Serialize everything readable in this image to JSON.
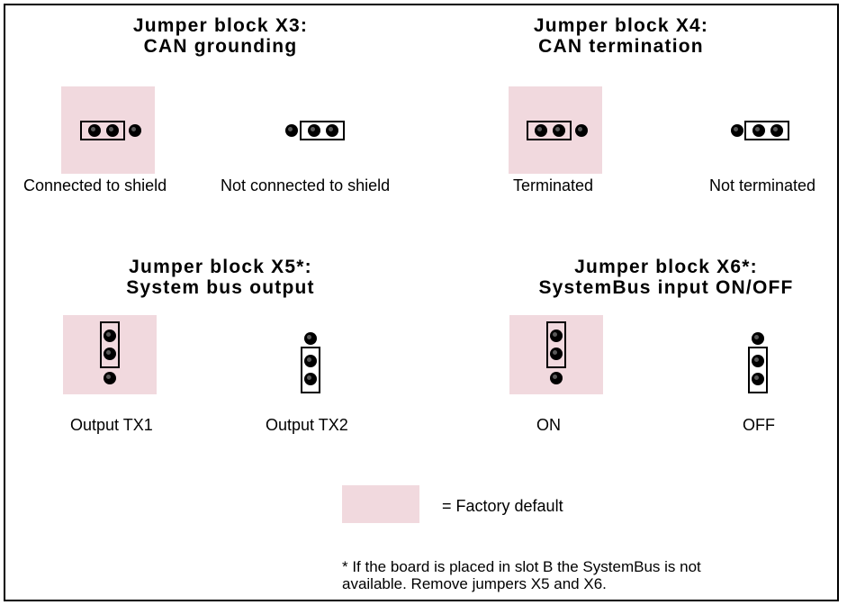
{
  "blocks": {
    "x3": {
      "title_line1": "Jumper block X3:",
      "title_line2": "CAN grounding",
      "option_default": "Connected to shield",
      "option_other": "Not connected to shield"
    },
    "x4": {
      "title_line1": "Jumper block X4:",
      "title_line2": "CAN termination",
      "option_default": "Terminated",
      "option_other": "Not terminated"
    },
    "x5": {
      "title_line1": "Jumper block X5*:",
      "title_line2": "System bus output",
      "option_default": "Output TX1",
      "option_other": "Output TX2"
    },
    "x6": {
      "title_line1": "Jumper block X6*:",
      "title_line2": "SystemBus input ON/OFF",
      "option_default": "ON",
      "option_other": "OFF"
    }
  },
  "legend": {
    "label": "= Factory default",
    "color": "#f1d9de"
  },
  "footnote": {
    "line1": "* If the board is placed in slot B the SystemBus is not",
    "line2": "available. Remove jumpers X5 and X6."
  }
}
